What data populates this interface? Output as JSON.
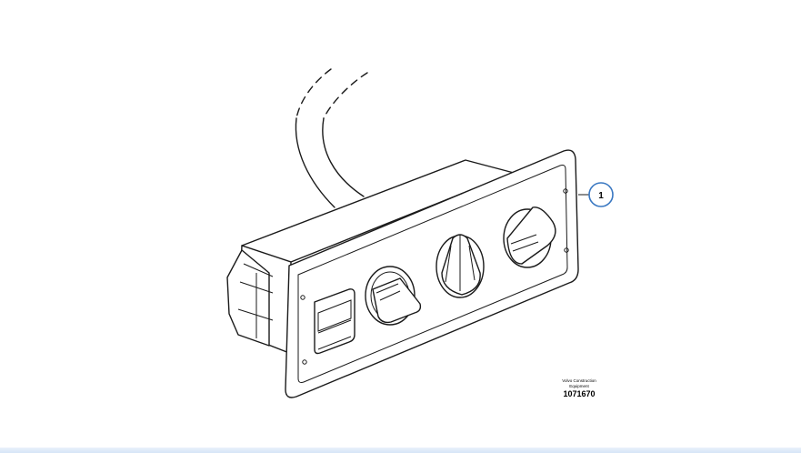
{
  "diagram": {
    "callout": {
      "number": "1"
    },
    "manufacturer_line1": "Volvo Construction",
    "manufacturer_line2": "Equipment",
    "part_number": "1071670"
  },
  "colors": {
    "line": "#1a1a1a",
    "callout_ring": "#3a78c2",
    "bottom_bar": "#d6e5f7"
  }
}
